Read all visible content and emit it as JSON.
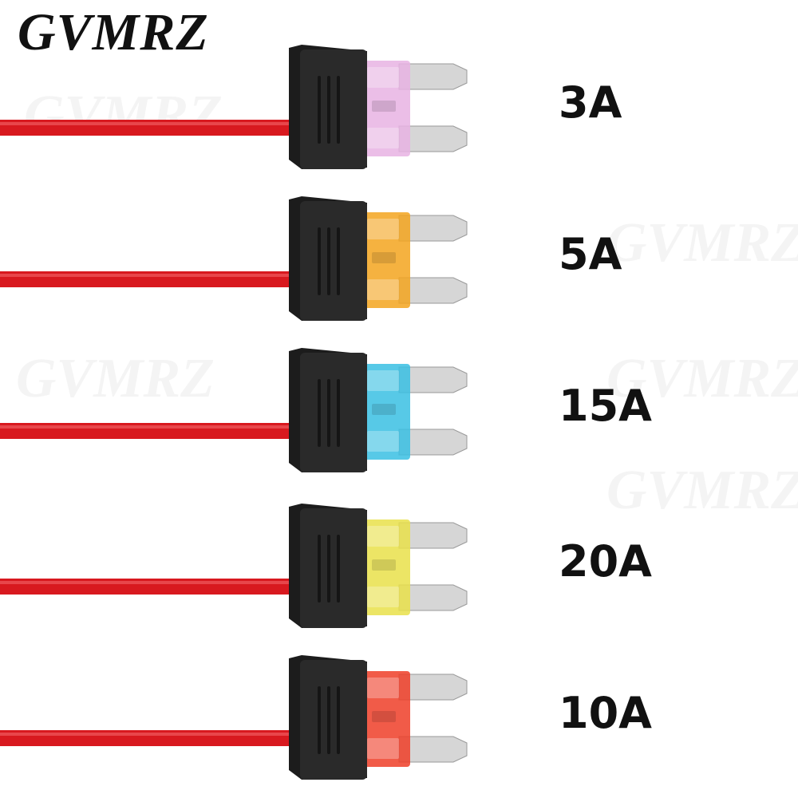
{
  "brand": "GVMRZ",
  "watermark_text": "GVMRZ",
  "wire_color": "#d8191f",
  "holder_color": "#2a2a2a",
  "blade_color": "#d6d6d6",
  "fuses": [
    {
      "label": "3A",
      "color": "#e7b3e3",
      "icon": "mini-fuse-icon"
    },
    {
      "label": "5A",
      "color": "#f3a51f",
      "icon": "mini-fuse-icon"
    },
    {
      "label": "15A",
      "color": "#39bfe3",
      "icon": "mini-fuse-icon"
    },
    {
      "label": "20A",
      "color": "#e9e04a",
      "icon": "mini-fuse-icon"
    },
    {
      "label": "10A",
      "color": "#ee3e28",
      "icon": "mini-fuse-icon"
    }
  ]
}
